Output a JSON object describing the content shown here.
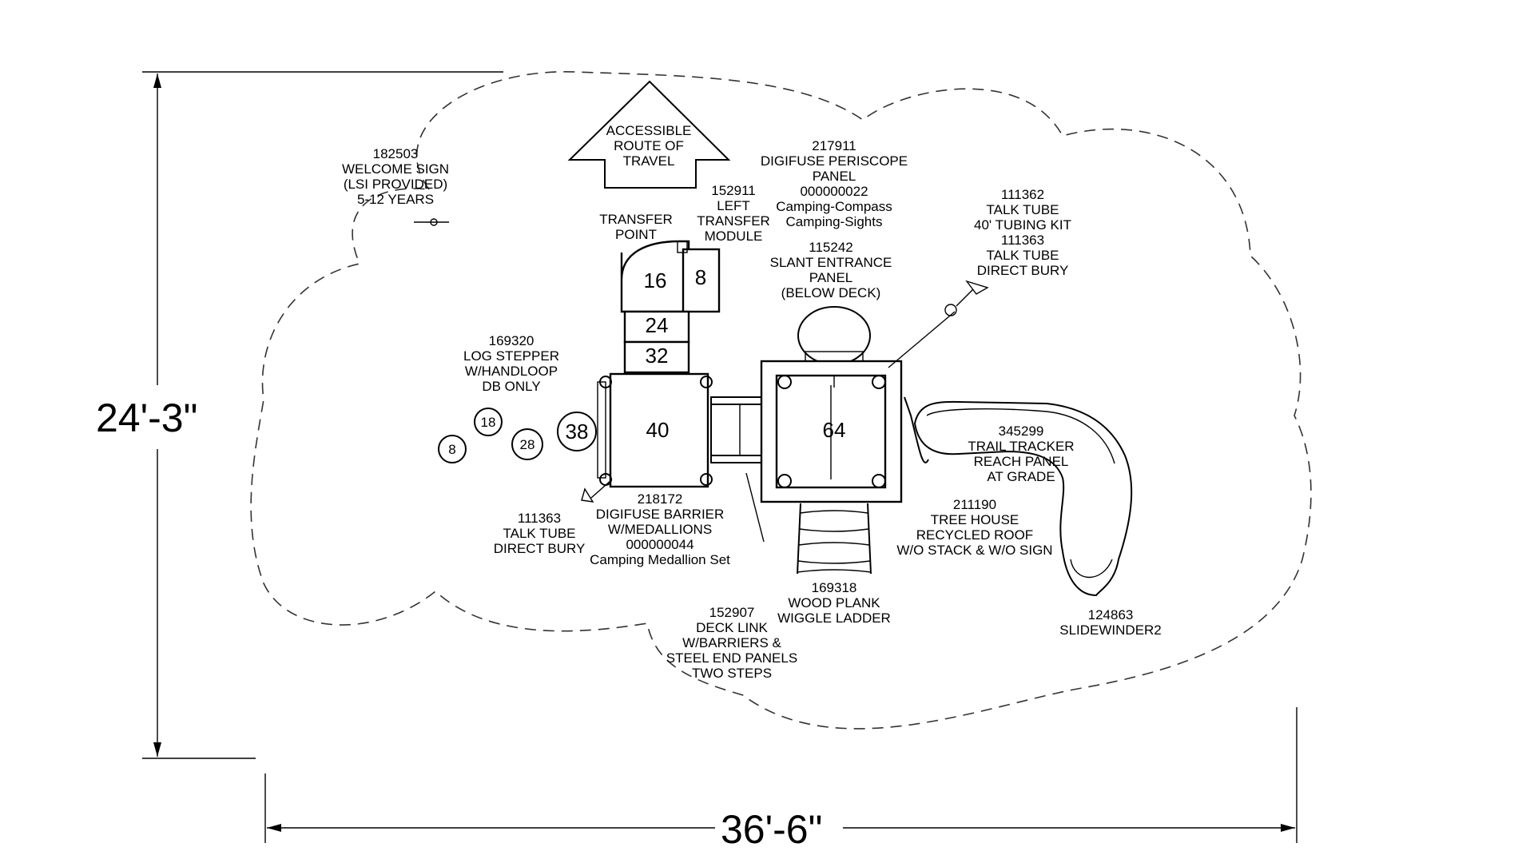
{
  "dimensions": {
    "height": "24'-3\"",
    "width": "36'-6\""
  },
  "arrow": {
    "lines": [
      "ACCESSIBLE",
      "ROUTE OF",
      "TRAVEL"
    ]
  },
  "labels": {
    "welcome_sign": [
      "182503",
      "WELCOME SIGN",
      "(LSI PROVIDED)",
      "5-12 YEARS"
    ],
    "transfer_point": [
      "TRANSFER",
      "POINT"
    ],
    "left_transfer": [
      "152911",
      "LEFT",
      "TRANSFER",
      "MODULE"
    ],
    "periscope": [
      "217911",
      "DIGIFUSE PERISCOPE",
      "PANEL",
      "000000022",
      "Camping-Compass",
      "Camping-Sights"
    ],
    "slant_entrance": [
      "115242",
      "SLANT ENTRANCE",
      "PANEL",
      "(BELOW DECK)"
    ],
    "talk_tube_kit": [
      "111362",
      "TALK TUBE",
      "40' TUBING KIT",
      "111363",
      "TALK TUBE",
      "DIRECT BURY"
    ],
    "log_stepper": [
      "169320",
      "LOG STEPPER",
      "W/HANDLOOP",
      "DB ONLY"
    ],
    "trail_tracker": [
      "345299",
      "TRAIL TRACKER",
      "REACH PANEL",
      "AT GRADE"
    ],
    "talk_tube_left": [
      "111363",
      "TALK TUBE",
      "DIRECT BURY"
    ],
    "digifuse_barrier": [
      "218172",
      "DIGIFUSE BARRIER",
      "W/MEDALLIONS",
      "000000044",
      "Camping Medallion Set"
    ],
    "tree_house": [
      "211190",
      "TREE HOUSE",
      "RECYCLED ROOF",
      "W/O STACK & W/O SIGN"
    ],
    "wiggle_ladder": [
      "169318",
      "WOOD PLANK",
      "WIGGLE LADDER"
    ],
    "slidewinder": [
      "124863",
      "SLIDEWINDER2"
    ],
    "deck_link": [
      "152907",
      "DECK LINK",
      "W/BARRIERS &",
      "STEEL END PANELS",
      "TWO STEPS"
    ]
  },
  "deck_heights": {
    "transfer_16": "16",
    "transfer_8": "8",
    "step_24": "24",
    "step_32": "32",
    "deck_40": "40",
    "deck_64": "64"
  },
  "log_steppers": [
    "8",
    "18",
    "28",
    "38"
  ]
}
